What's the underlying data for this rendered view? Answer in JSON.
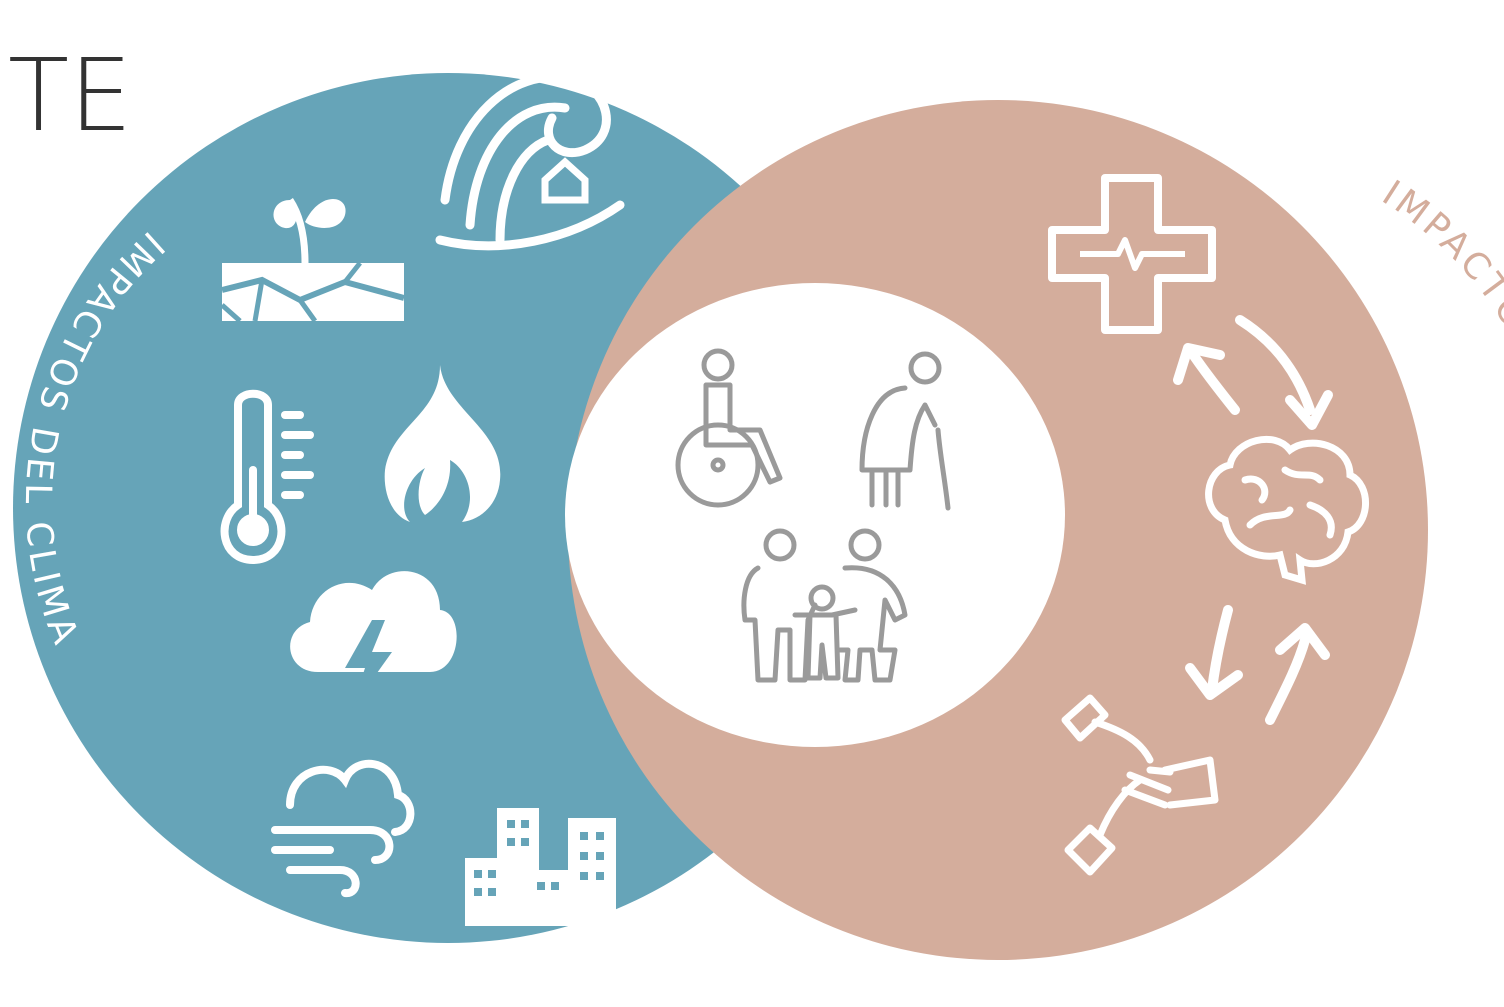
{
  "diagram": {
    "partial_title": "TE",
    "left_label": "IMPACTOS DEL CLIMA",
    "right_label": "IMPACTOS EN LA SALUD"
  },
  "colors": {
    "climate_circle": "#66a4b8",
    "health_circle": "#d4ad9c",
    "center": "#ffffff",
    "icons_light": "#ffffff",
    "icons_center": "#9a9a9a",
    "title": "#333333",
    "left_label": "#ffffff",
    "right_label": "#d4ad9c"
  },
  "icons": {
    "climate": [
      "tsunami-icon",
      "drought-plant-icon",
      "thermometer-icon",
      "fire-icon",
      "storm-cloud-icon",
      "wind-icon",
      "city-buildings-icon"
    ],
    "health": [
      "medical-cross-icon",
      "cycle-arrows-icon",
      "brain-icon",
      "helping-hands-icon"
    ],
    "vulnerable": [
      "wheelchair-person-icon",
      "elderly-person-icon",
      "family-icon"
    ]
  }
}
